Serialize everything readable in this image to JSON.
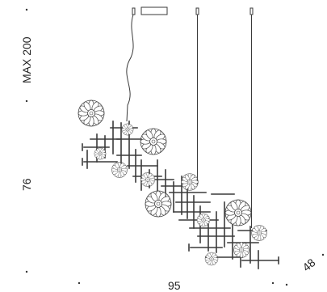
{
  "dimensions": {
    "max_height_label": "MAX 200",
    "body_height_label": "76",
    "width_label": "95",
    "depth_label": "48"
  },
  "colors": {
    "line": "#3a3a3a",
    "flower": "#4a4a4a"
  },
  "icons": {
    "flower": "flower-icon",
    "canopy": "ceiling-canopy"
  }
}
